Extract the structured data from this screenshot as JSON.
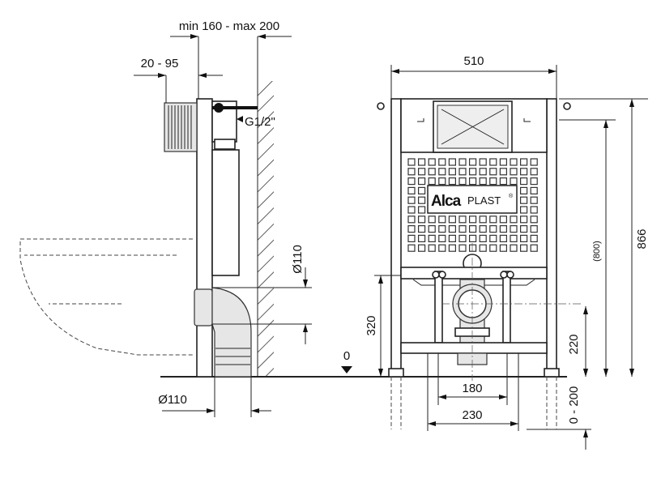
{
  "title": "Alcaplast installation frame dimensions",
  "logo": {
    "brand_bold": "Alca",
    "brand_light": "PLAST",
    "mark": "®"
  },
  "side_view": {
    "wall_distance": "min 160 - max 200",
    "plate_offset": "20 - 95",
    "water_inlet": "G1/2\"",
    "drain_vertical": "Ø110",
    "drain_bottom": "Ø110"
  },
  "front_view": {
    "width": "510",
    "height_total": "866",
    "height_adjust": "(800)",
    "drain_height": "320",
    "bolt_height": "220",
    "floor_zero": "0",
    "leg_adjust": "0 - 200",
    "pipe_spacing": "180",
    "bolt_spacing": "230"
  }
}
